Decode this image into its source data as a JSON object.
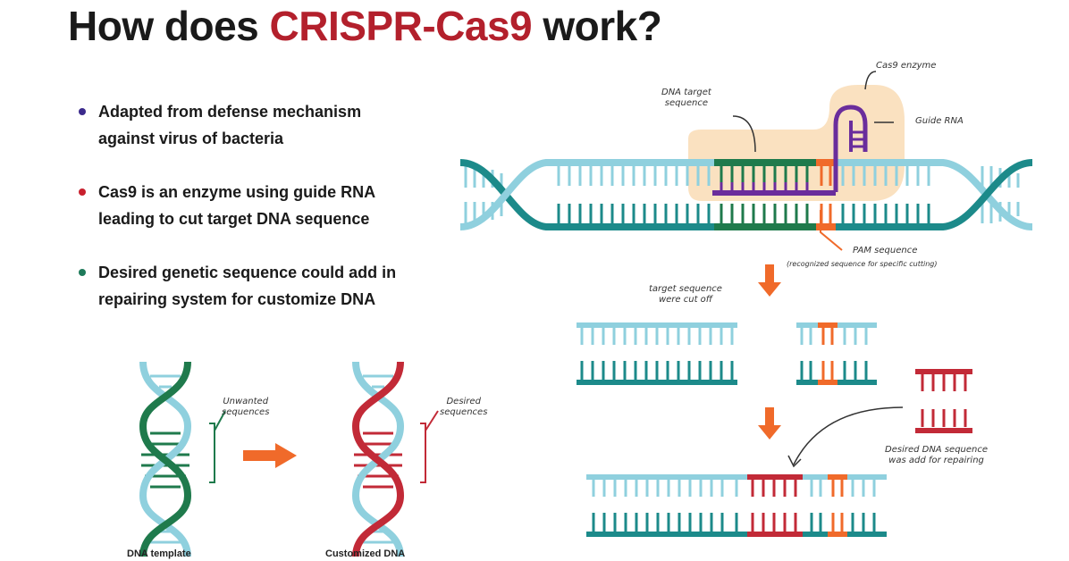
{
  "title": {
    "prefix": "How does ",
    "highlight": "CRISPR-Cas9",
    "suffix": " work?"
  },
  "bullets": [
    {
      "line1": "Adapted from defense mechanism",
      "line2": "against virus of bacteria",
      "color": "#3b2a8c"
    },
    {
      "line1": "Cas9 is an enzyme using guide RNA",
      "line2": "leading to cut  target DNA sequence",
      "color": "#c8202e"
    },
    {
      "line1": "Desired genetic sequence could add in",
      "line2": "repairing system for customize DNA",
      "color": "#1e7a5a"
    }
  ],
  "left_diagram": {
    "unwanted_label": [
      "Unwanted",
      "sequences"
    ],
    "desired_label": [
      "Desired",
      "sequences"
    ],
    "caption_left": "DNA template",
    "caption_right": "Customized DNA"
  },
  "right_diagram": {
    "cas9_label": "Cas9 enzyme",
    "target_label": [
      "DNA target",
      "sequence"
    ],
    "guide_label": "Guide RNA",
    "pam_label": "PAM sequence",
    "pam_note": "(recognized sequence for specific cutting)",
    "cut_label": [
      "target sequence",
      "were cut off"
    ],
    "repair_label": [
      "Desired DNA sequence",
      "was add for repairing"
    ]
  },
  "colors": {
    "teal": "#1c8a8a",
    "light_blue": "#8fd0de",
    "green": "#1f7a4c",
    "red": "#c22a37",
    "orange": "#f06a2a",
    "purple": "#6a2d9c",
    "enzyme": "#f9d9b0"
  }
}
